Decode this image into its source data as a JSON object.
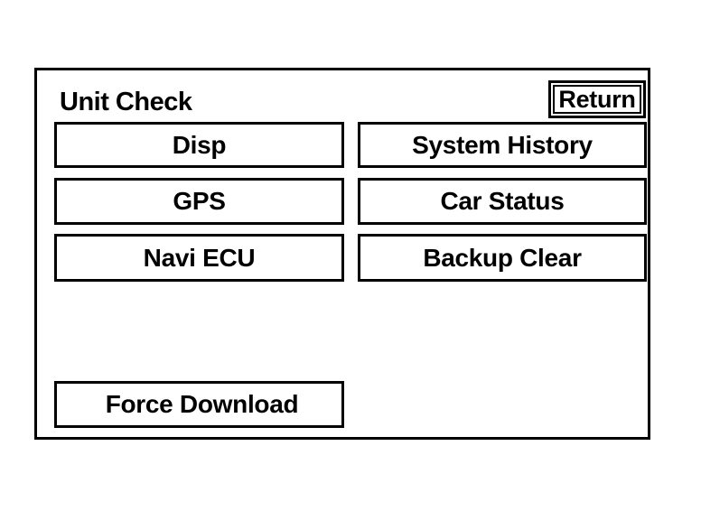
{
  "screen": {
    "title": "Unit Check"
  },
  "header": {
    "return_label": "Return"
  },
  "menu": {
    "disp_label": "Disp",
    "gps_label": "GPS",
    "navi_ecu_label": "Navi ECU",
    "system_history_label": "System History",
    "car_status_label": "Car Status",
    "backup_clear_label": "Backup Clear",
    "force_download_label": "Force Download"
  }
}
